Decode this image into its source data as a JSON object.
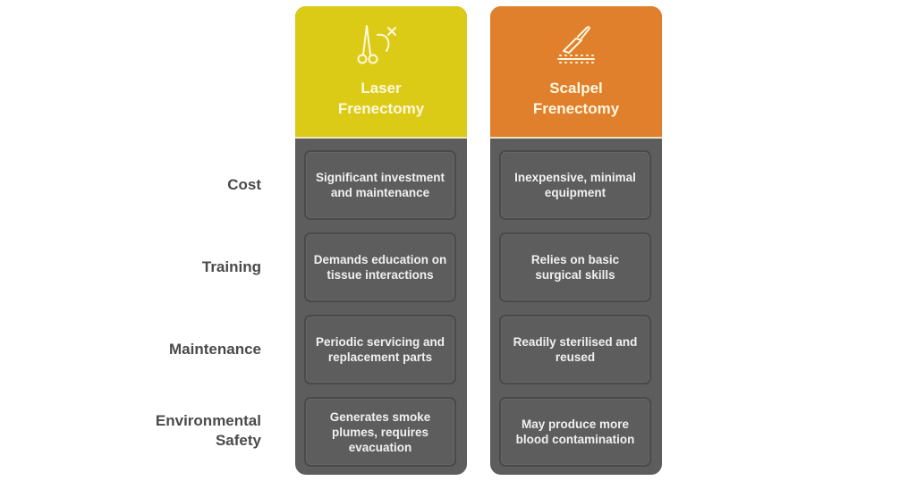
{
  "rows": [
    {
      "label": "Cost"
    },
    {
      "label": "Training"
    },
    {
      "label": "Maintenance"
    },
    {
      "label": "Environmental Safety"
    }
  ],
  "columns": [
    {
      "title": "Laser Frenectomy",
      "header_color": "#dccb16",
      "icon": "scissors-laser-icon",
      "cells": [
        "Significant investment and maintenance",
        "Demands education on tissue interactions",
        "Periodic servicing and replacement parts",
        "Generates smoke plumes, requires evacuation"
      ]
    },
    {
      "title": "Scalpel Frenectomy",
      "header_color": "#e07f2c",
      "icon": "scalpel-incision-icon",
      "cells": [
        "Inexpensive, minimal equipment",
        "Relies on basic surgical skills",
        "Readily sterilised and reused",
        "May produce more blood contamination"
      ]
    }
  ],
  "colors": {
    "body": "#5d5d5d",
    "cell_border": "#4a4a4a",
    "label_text": "#4a4a4a"
  }
}
